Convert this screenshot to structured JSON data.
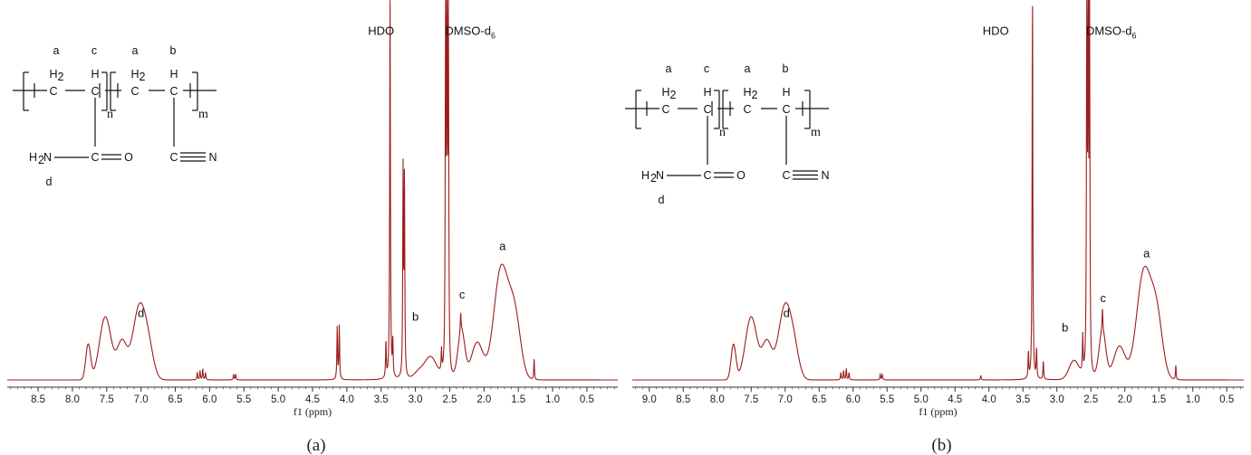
{
  "chart_data": [
    {
      "type": "line",
      "panel_label": "(a)",
      "xlabel": "f1 (ppm)",
      "xlim": [
        8.95,
        0.05
      ],
      "x_reversed": true,
      "xticks": [
        8.5,
        8.0,
        7.5,
        7.0,
        6.5,
        6.0,
        5.5,
        5.0,
        4.5,
        4.0,
        3.5,
        3.0,
        2.5,
        2.0,
        1.5,
        1.0,
        0.5
      ],
      "line_color": "#9b1d1d",
      "annotations": [
        {
          "text": "HDO",
          "x": 3.5,
          "y": 0.93
        },
        {
          "text": "DMSO-d",
          "sub": "6",
          "x": 2.2,
          "y": 0.93
        },
        {
          "text": "a",
          "x": 1.73,
          "y": 0.35
        },
        {
          "text": "b",
          "x": 3.0,
          "y": 0.16
        },
        {
          "text": "c",
          "x": 2.32,
          "y": 0.22
        },
        {
          "text": "d",
          "x": 7.0,
          "y": 0.17
        }
      ],
      "structure": {
        "labels_top": [
          "a",
          "c",
          "a",
          "b"
        ],
        "h2_left": "H",
        "h2_right": "H",
        "h2_sub": "2",
        "h_left": "H",
        "h_right": "H",
        "c1": "C",
        "c2": "C",
        "c3": "C",
        "c4": "C",
        "n": "n",
        "m": "m",
        "amide": "H",
        "amide_sub": "2",
        "amide_n": "N",
        "carbonyl_c": "C",
        "carbonyl_o": "O",
        "nitrile_c": "C",
        "nitrile_n": "N",
        "label_d": "d"
      },
      "broad_peaks": [
        {
          "center": 7.77,
          "height": 0.095,
          "width": 0.05
        },
        {
          "center": 7.52,
          "height": 0.17,
          "width": 0.12
        },
        {
          "center": 7.28,
          "height": 0.1,
          "width": 0.1
        },
        {
          "center": 7.02,
          "height": 0.2,
          "width": 0.14
        },
        {
          "center": 6.88,
          "height": 0.05,
          "width": 0.1
        },
        {
          "center": 1.75,
          "height": 0.3,
          "width": 0.15
        },
        {
          "center": 1.55,
          "height": 0.16,
          "width": 0.12
        },
        {
          "center": 2.1,
          "height": 0.1,
          "width": 0.12
        },
        {
          "center": 2.33,
          "height": 0.13,
          "width": 0.07
        },
        {
          "center": 2.78,
          "height": 0.06,
          "width": 0.12
        },
        {
          "center": 2.95,
          "height": 0.02,
          "width": 0.1
        }
      ],
      "sharp_peaks": [
        {
          "center": 6.18,
          "height": 0.02
        },
        {
          "center": 6.14,
          "height": 0.025
        },
        {
          "center": 6.1,
          "height": 0.03
        },
        {
          "center": 6.06,
          "height": 0.02
        },
        {
          "center": 5.65,
          "height": 0.015
        },
        {
          "center": 5.62,
          "height": 0.015
        },
        {
          "center": 4.14,
          "height": 0.14
        },
        {
          "center": 4.11,
          "height": 0.145
        },
        {
          "center": 3.43,
          "height": 0.1
        },
        {
          "center": 3.37,
          "height": 1.05
        },
        {
          "center": 3.33,
          "height": 0.1
        },
        {
          "center": 3.18,
          "height": 0.55
        },
        {
          "center": 3.16,
          "height": 0.54
        },
        {
          "center": 2.62,
          "height": 0.06
        },
        {
          "center": 2.56,
          "height": 1.05
        },
        {
          "center": 2.54,
          "height": 1.05
        },
        {
          "center": 2.52,
          "height": 1.05
        },
        {
          "center": 2.34,
          "height": 0.05
        },
        {
          "center": 1.27,
          "height": 0.055
        }
      ]
    },
    {
      "type": "line",
      "panel_label": "(b)",
      "xlabel": "f1 (ppm)",
      "xlim": [
        9.25,
        0.25
      ],
      "x_reversed": true,
      "xticks": [
        9.0,
        8.5,
        8.0,
        7.5,
        7.0,
        6.5,
        6.0,
        5.5,
        5.0,
        4.5,
        4.0,
        3.5,
        3.0,
        2.5,
        2.0,
        1.5,
        1.0,
        0.5
      ],
      "line_color": "#9b1d1d",
      "annotations": [
        {
          "text": "HDO",
          "x": 3.9,
          "y": 0.93
        },
        {
          "text": "DMSO-d",
          "sub": "6",
          "x": 2.2,
          "y": 0.93
        },
        {
          "text": "a",
          "x": 1.68,
          "y": 0.33
        },
        {
          "text": "b",
          "x": 2.88,
          "y": 0.13
        },
        {
          "text": "c",
          "x": 2.32,
          "y": 0.21
        },
        {
          "text": "d",
          "x": 6.98,
          "y": 0.17
        }
      ],
      "structure": {
        "labels_top": [
          "a",
          "c",
          "a",
          "b"
        ],
        "h2_left": "H",
        "h2_right": "H",
        "h2_sub": "2",
        "h_left": "H",
        "h_right": "H",
        "c1": "C",
        "c2": "C",
        "c3": "C",
        "c4": "C",
        "n": "n",
        "m": "m",
        "amide": "H",
        "amide_sub": "2",
        "amide_n": "N",
        "carbonyl_c": "C",
        "carbonyl_o": "O",
        "nitrile_c": "C",
        "nitrile_n": "N",
        "label_d": "d"
      },
      "broad_peaks": [
        {
          "center": 7.76,
          "height": 0.095,
          "width": 0.05
        },
        {
          "center": 7.5,
          "height": 0.17,
          "width": 0.12
        },
        {
          "center": 7.27,
          "height": 0.1,
          "width": 0.1
        },
        {
          "center": 7.0,
          "height": 0.2,
          "width": 0.14
        },
        {
          "center": 6.86,
          "height": 0.05,
          "width": 0.1
        },
        {
          "center": 1.72,
          "height": 0.29,
          "width": 0.15
        },
        {
          "center": 1.53,
          "height": 0.16,
          "width": 0.12
        },
        {
          "center": 2.08,
          "height": 0.09,
          "width": 0.12
        },
        {
          "center": 2.33,
          "height": 0.13,
          "width": 0.07
        },
        {
          "center": 2.75,
          "height": 0.05,
          "width": 0.1
        }
      ],
      "sharp_peaks": [
        {
          "center": 6.18,
          "height": 0.02
        },
        {
          "center": 6.14,
          "height": 0.025
        },
        {
          "center": 6.1,
          "height": 0.03
        },
        {
          "center": 6.06,
          "height": 0.02
        },
        {
          "center": 5.6,
          "height": 0.015
        },
        {
          "center": 5.57,
          "height": 0.015
        },
        {
          "center": 4.12,
          "height": 0.012
        },
        {
          "center": 3.42,
          "height": 0.07
        },
        {
          "center": 3.36,
          "height": 1.05
        },
        {
          "center": 3.3,
          "height": 0.08
        },
        {
          "center": 3.2,
          "height": 0.05
        },
        {
          "center": 2.62,
          "height": 0.1
        },
        {
          "center": 2.56,
          "height": 1.05
        },
        {
          "center": 2.54,
          "height": 1.05
        },
        {
          "center": 2.52,
          "height": 1.05
        },
        {
          "center": 2.33,
          "height": 0.06
        },
        {
          "center": 1.25,
          "height": 0.04
        }
      ]
    }
  ]
}
